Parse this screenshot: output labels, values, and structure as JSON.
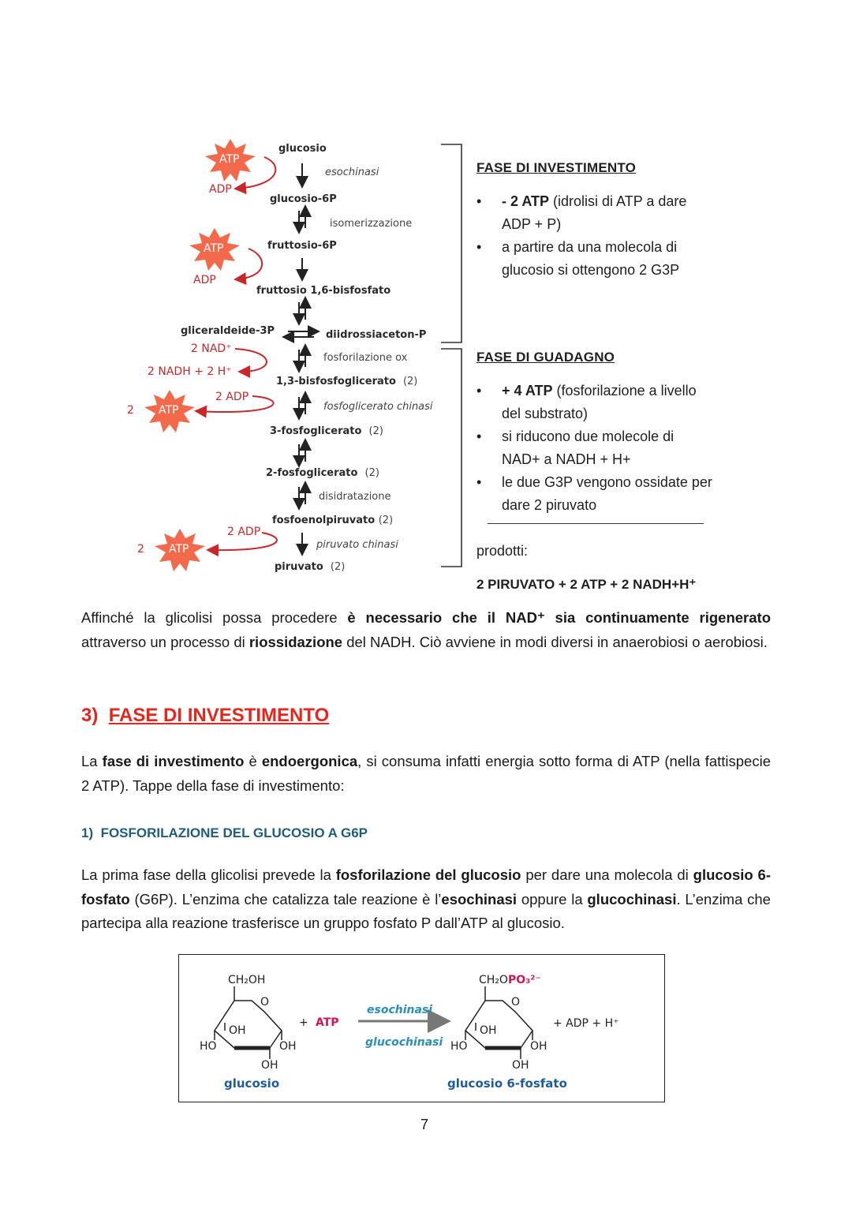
{
  "diagram": {
    "steps": [
      {
        "name": "glucosio",
        "count": ""
      },
      {
        "name": "glucosio-6P",
        "count": ""
      },
      {
        "name": "fruttosio-6P",
        "count": ""
      },
      {
        "name": "fruttosio 1,6-bisfosfato",
        "count": ""
      },
      {
        "name": "gliceraldeide-3P",
        "count": ""
      },
      {
        "name": "diidrossiaceton-P",
        "count": ""
      },
      {
        "name": "1,3-bisfosfoglicerato",
        "count": "(2)"
      },
      {
        "name": "3-fosfoglicerato",
        "count": "(2)"
      },
      {
        "name": "2-fosfoglicerato",
        "count": "(2)"
      },
      {
        "name": "fosfoenolpiruvato",
        "count": "(2)"
      },
      {
        "name": "piruvato",
        "count": "(2)"
      }
    ],
    "enzymes": {
      "esochinasi": "esochinasi",
      "isomerizzazione": "isomerizzazione",
      "fosforilazione_ox": "fosforilazione ox",
      "fosfoglicerato_chinasi": "fosfoglicerato chinasi",
      "disidratazione": "disidratazione",
      "piruvato_chinasi": "piruvato chinasi"
    },
    "cofactors": {
      "atp": "ATP",
      "adp": "ADP",
      "nad": "2 NAD⁺",
      "nadh": "2 NADH + 2 H⁺",
      "two_adp": "2 ADP",
      "two": "2"
    },
    "colors": {
      "burst": "#f26a4b",
      "burst_text": "#ffffff",
      "arrow_red": "#c8282a",
      "label_red": "#c8282a"
    }
  },
  "investimento": {
    "title": "FASE DI INVESTIMENTO",
    "bullet1_bold": "- 2 ATP",
    "bullet1_rest": " (idrolisi di ATP a dare ADP + P)",
    "bullet2": "a partire da una molecola di glucosio si ottengono 2 G3P"
  },
  "guadagno": {
    "title": "FASE DI GUADAGNO",
    "bullet1_bold": "+ 4 ATP",
    "bullet1_rest": " (fosforilazione a livello del substrato)",
    "bullet2": "si riducono due molecole di NAD+ a NADH + H+",
    "bullet3": "le due G3P vengono ossidate per dare 2 piruvato",
    "prodotti_label": "prodotti:",
    "prodotti_value": "2 PIRUVATO + 2 ATP + 2 NADH+H⁺"
  },
  "para1": {
    "t1": "Affinché la glicolisi possa procedere ",
    "b1": "è necessario che il NAD⁺ sia continuamente rigenerato",
    "t2": " attraverso un processo di ",
    "b2": "riossidazione",
    "t3": " del NADH. Ciò avviene in modi diversi in anaerobiosi o aerobiosi."
  },
  "section3": {
    "num": "3)",
    "title": "FASE DI INVESTIMENTO"
  },
  "para2": {
    "t1": "La ",
    "b1": "fase di investimento",
    "t2": " è ",
    "b2": "endoergonica",
    "t3": ", si consuma infatti energia sotto forma di ATP (nella fattispecie 2 ATP). Tappe della fase di investimento:"
  },
  "subsection1": {
    "num": "1)",
    "title": "FOSFORILAZIONE DEL GLUCOSIO A G6P"
  },
  "para3": {
    "t1": "La prima fase della glicolisi prevede la ",
    "b1": "fosforilazione del glucosio",
    "t2": " per dare una molecola di ",
    "b2": "glucosio 6-fosfato",
    "t3": " (G6P). L’enzima che catalizza tale reazione è l’",
    "b3": "esochinasi",
    "t4": " oppure la ",
    "b4": "glucochinasi",
    "t5": ". L’enzima che partecipa alla reazione trasferisce un gruppo fosfato P dall’ATP al glucosio."
  },
  "reaction": {
    "left_label": "glucosio",
    "right_label": "glucosio 6-fosfato",
    "plus_atp": "ATP",
    "enzyme1": "esochinasi",
    "enzyme2": "glucochinasi",
    "products": "+  ADP  +  H⁺",
    "ch2oh": "CH₂OH",
    "ch2opo3_a": "CH₂O",
    "ch2opo3_b": "PO₃²⁻",
    "oh": "OH",
    "ho": "HO",
    "o": "O",
    "plus": "+"
  },
  "page_number": "7"
}
